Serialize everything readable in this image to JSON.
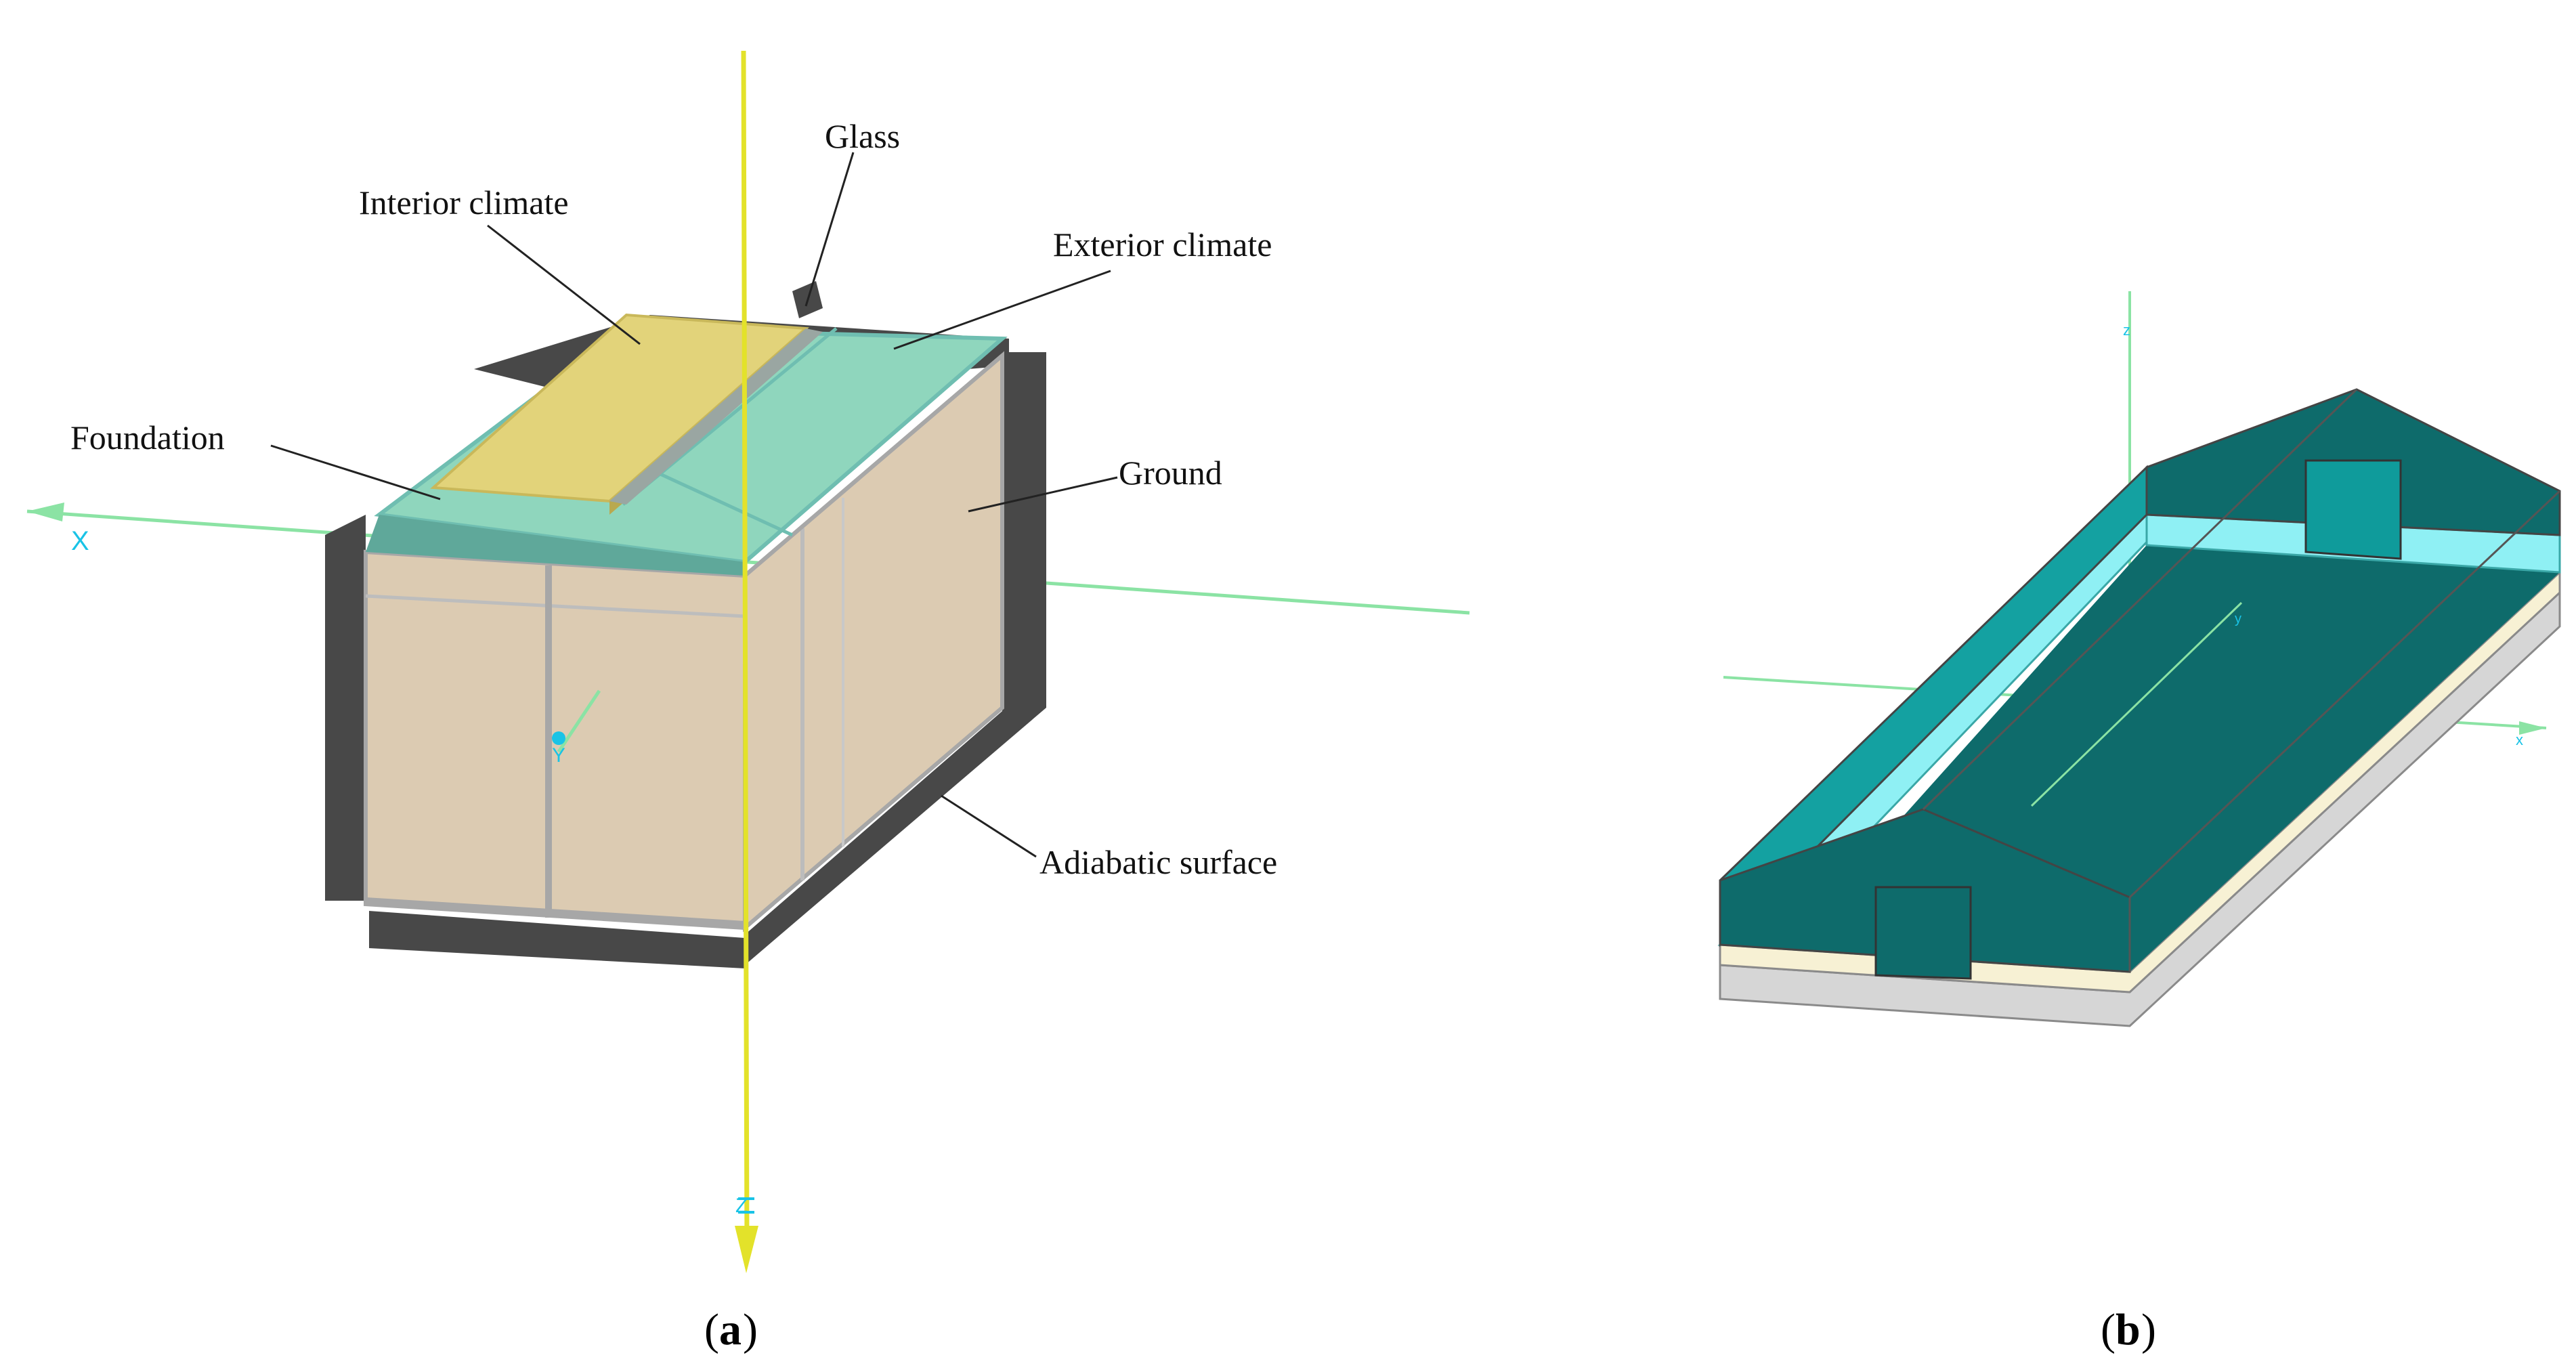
{
  "panel_a": {
    "labels": {
      "glass": "Glass",
      "interior_climate": "Interior climate",
      "exterior_climate": "Exterior climate",
      "foundation": "Foundation",
      "ground": "Ground",
      "adiabatic_surface": "Adiabatic surface"
    },
    "axes": {
      "x": "X",
      "y": "Y",
      "z": "Z"
    },
    "caption_letter": "a"
  },
  "panel_b": {
    "axes": {
      "x": "x",
      "y": "y",
      "z": "z"
    },
    "caption_letter": "b"
  },
  "colors": {
    "soil": "#dccbb2",
    "adiabatic_dark": "#484848",
    "interior_yellow": "#e2d37a",
    "exterior_teal": "#8fd6bd",
    "greenhouse_teal": "#0e6b6b",
    "greenhouse_light": "#8ff0f4",
    "axis_yellow": "#e3e22a",
    "axis_green": "#8be3a4"
  }
}
